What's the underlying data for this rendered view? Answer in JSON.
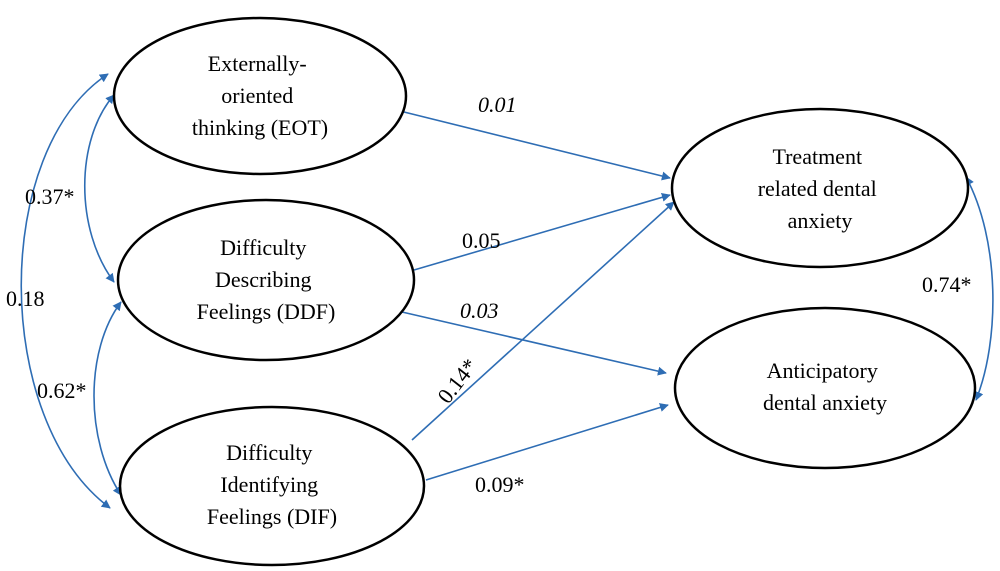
{
  "nodes": {
    "eot": [
      "Externally-",
      "oriented",
      "thinking (EOT)"
    ],
    "ddf": [
      "Difficulty",
      "Describing",
      "Feelings (DDF)"
    ],
    "dif": [
      "Difficulty",
      "Identifying",
      "Feelings (DIF)"
    ],
    "trt": [
      "Treatment",
      "related dental",
      "anxiety"
    ],
    "ant": [
      "Anticipatory",
      "dental anxiety"
    ]
  },
  "paths": {
    "eot_trt": "0.01",
    "ddf_trt": "0.05",
    "ddf_ant": "0.03",
    "dif_trt": "0.14*",
    "dif_ant": "0.09*"
  },
  "correlations": {
    "eot_ddf": "0.37*",
    "ddf_dif": "0.62*",
    "eot_dif": "0.18",
    "trt_ant": "0.74*"
  },
  "colors": {
    "arrow": "#2e6db4",
    "node_stroke": "#000000"
  }
}
